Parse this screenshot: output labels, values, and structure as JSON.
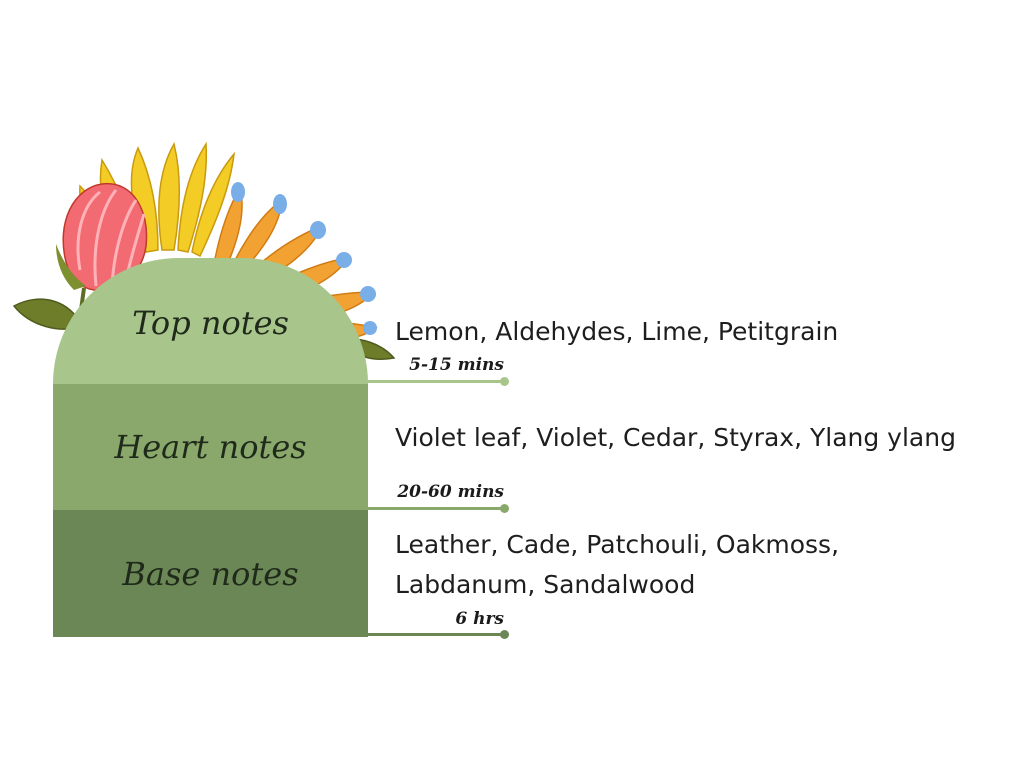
{
  "tiers": [
    {
      "label": "Top notes",
      "duration": "5-15 mins",
      "notes_lines": [
        "Lemon, Aldehydes, Lime, Petitgrain"
      ],
      "color": "#a8c68b"
    },
    {
      "label": "Heart notes",
      "duration": "20-60 mins",
      "notes_lines": [
        "Violet leaf, Violet, Cedar, Styrax, Ylang ylang"
      ],
      "color": "#8aa86b"
    },
    {
      "label": "Base notes",
      "duration": "6 hrs",
      "notes_lines": [
        "Leather, Cade, Patchouli, Oakmoss,",
        "Labdanum, Sandalwood"
      ],
      "color": "#6b8755"
    }
  ],
  "colors": {
    "leader_top": "#a8c68b",
    "leader_heart": "#8aa86b",
    "leader_base": "#6b8755"
  },
  "icons": {
    "decoration": "flower-cluster-icon"
  }
}
